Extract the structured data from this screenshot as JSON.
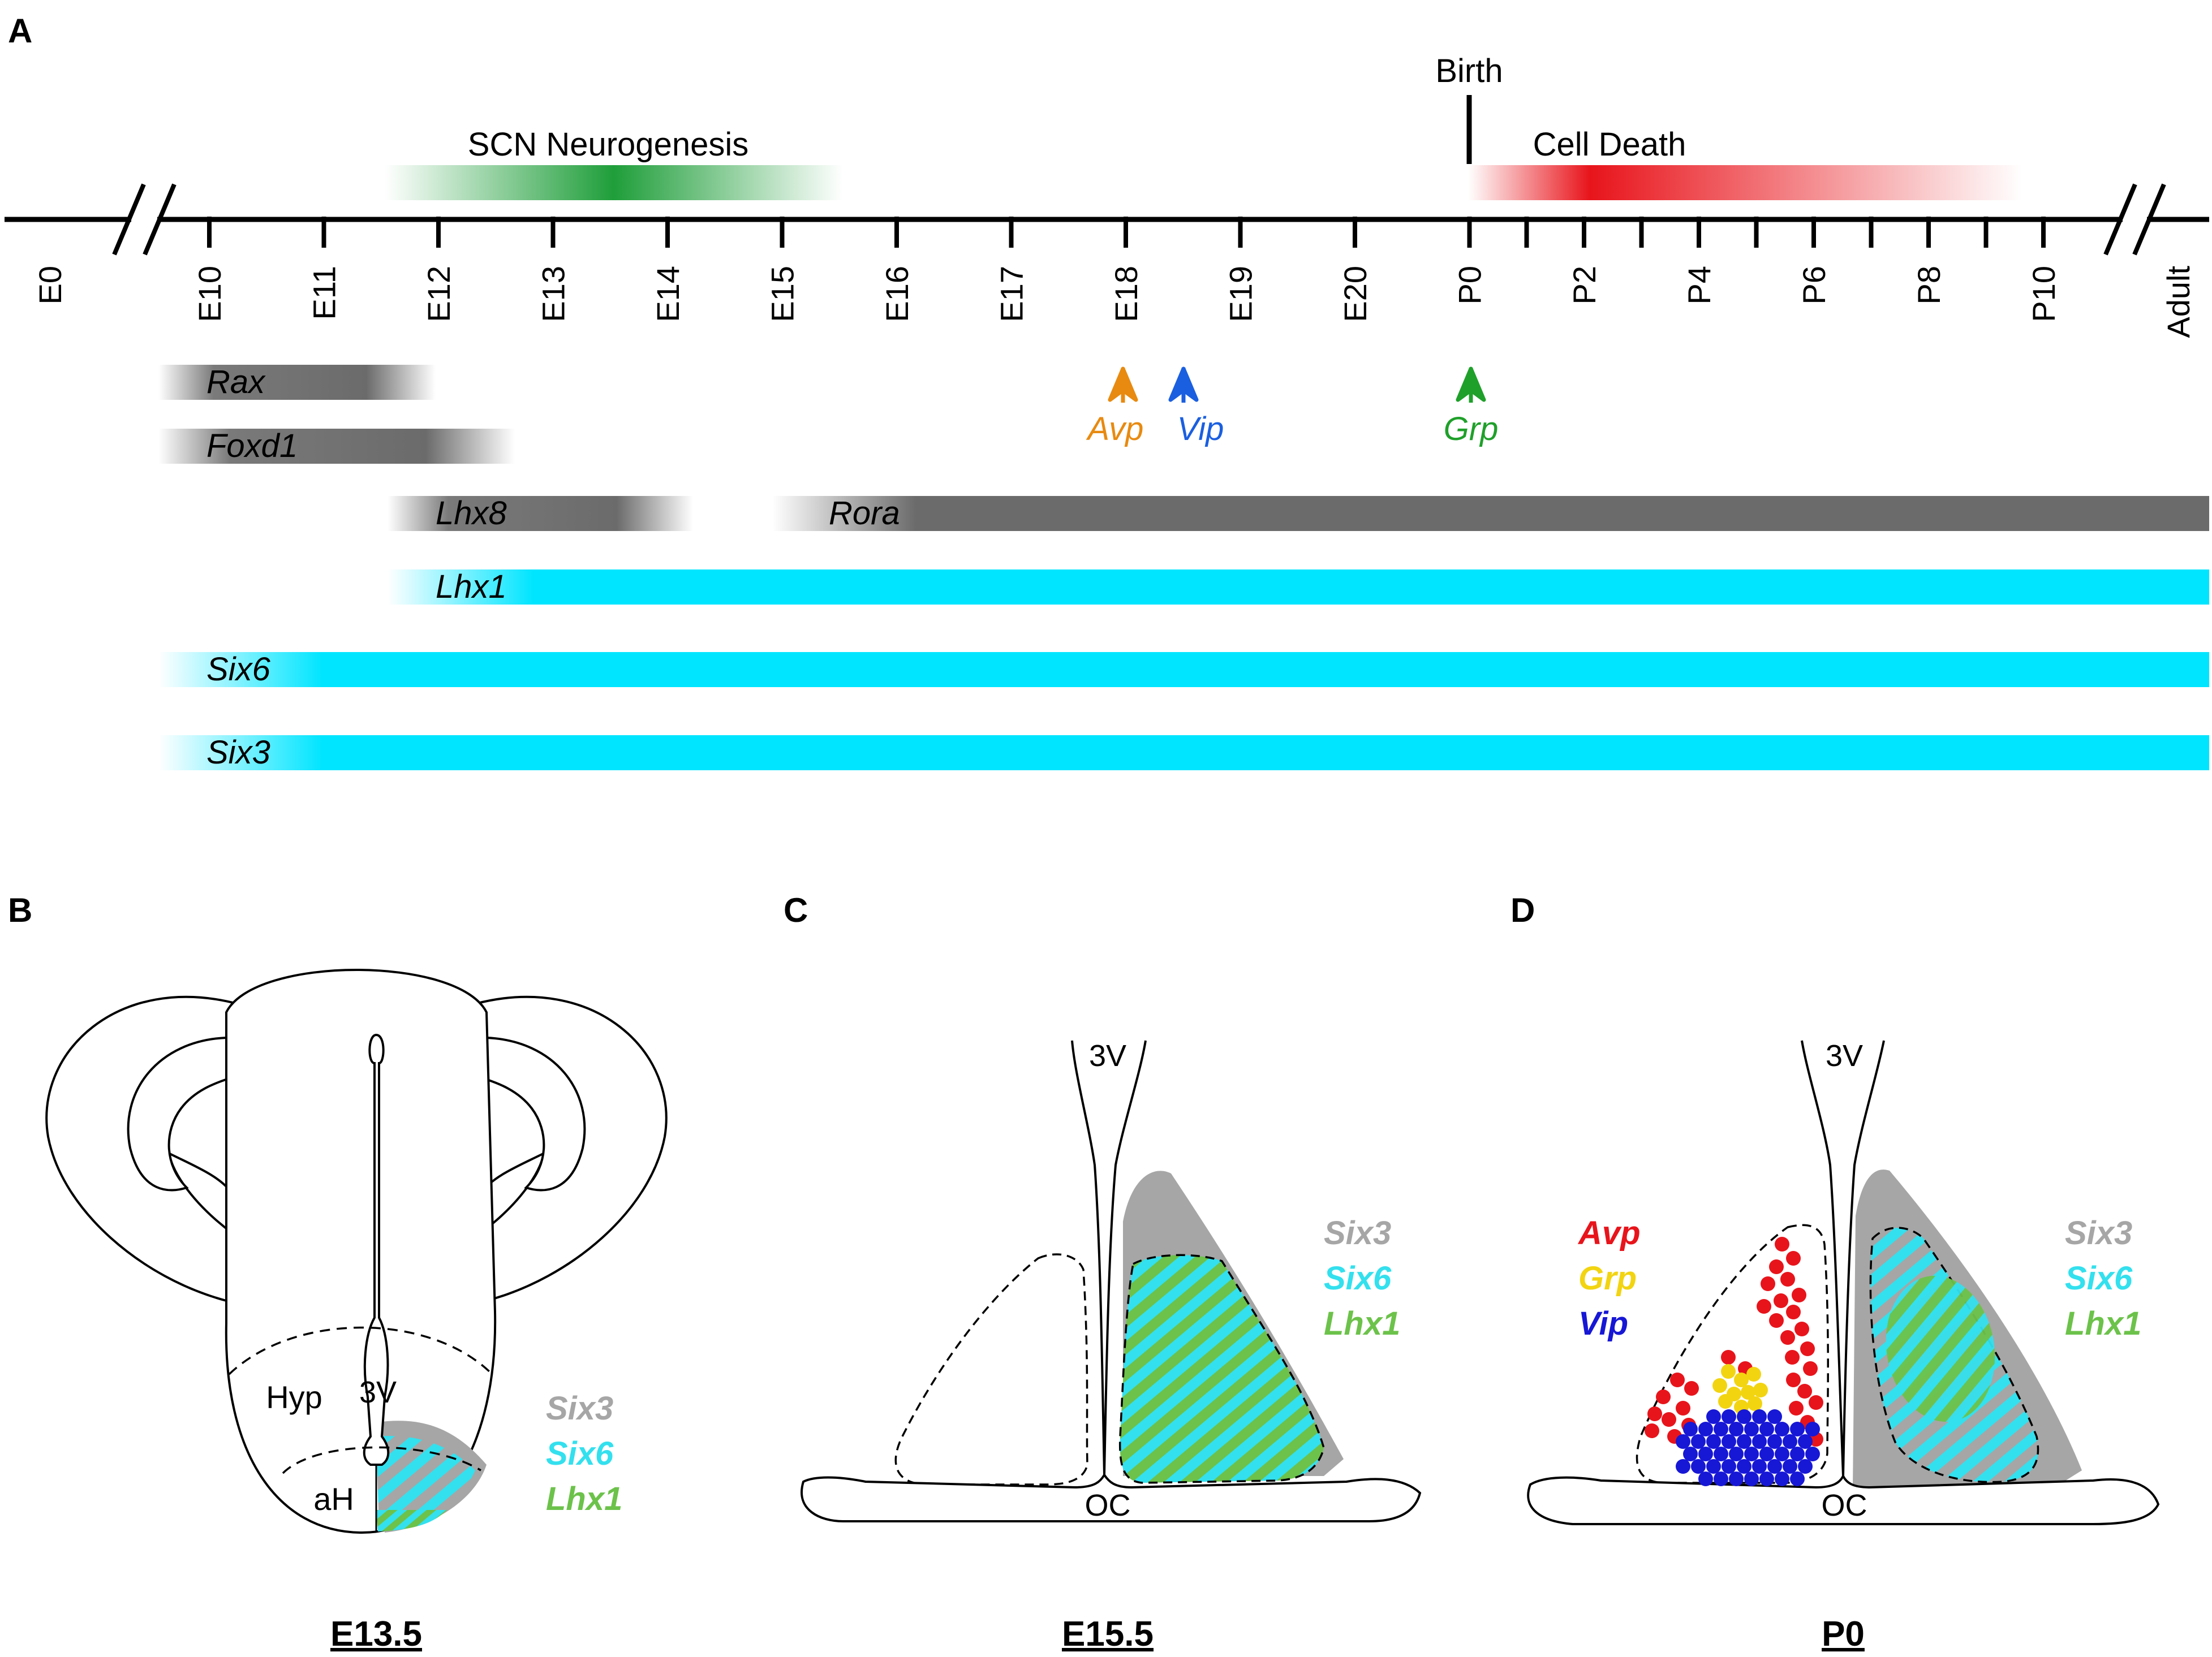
{
  "panels": {
    "A": {
      "letter": "A"
    },
    "B": {
      "letter": "B",
      "stage": "E13.5"
    },
    "C": {
      "letter": "C",
      "stage": "E15.5"
    },
    "D": {
      "letter": "D",
      "stage": "P0"
    }
  },
  "timeline": {
    "ticks": [
      "E0",
      "E10",
      "E11",
      "E12",
      "E13",
      "E14",
      "E15",
      "E16",
      "E17",
      "E18",
      "E19",
      "E20",
      "P0",
      "P2",
      "P4",
      "P6",
      "P8",
      "P10",
      "Adult"
    ],
    "birth_label": "Birth",
    "events": [
      {
        "label": "SCN Neurogenesis",
        "color": "#1f9e3a"
      },
      {
        "label": "Cell Death",
        "color": "#e8141b"
      }
    ],
    "gene_bars": [
      {
        "gene": "Rax",
        "color": "#6b6b6b"
      },
      {
        "gene": "Foxd1",
        "color": "#6b6b6b"
      },
      {
        "gene": "Lhx8",
        "color": "#6b6b6b"
      },
      {
        "gene": "Rora",
        "color": "#6b6b6b"
      },
      {
        "gene": "Lhx1",
        "color": "#00e5ff"
      },
      {
        "gene": "Six6",
        "color": "#00e5ff"
      },
      {
        "gene": "Six3",
        "color": "#00e5ff"
      }
    ],
    "markers": [
      {
        "gene": "Avp",
        "color": "#e88a10"
      },
      {
        "gene": "Vip",
        "color": "#1a5fe0"
      },
      {
        "gene": "Grp",
        "color": "#1fa02a"
      }
    ]
  },
  "legend_genes": [
    {
      "gene": "Six3",
      "color": "#a6a6a6"
    },
    {
      "gene": "Six6",
      "color": "#33e0ee"
    },
    {
      "gene": "Lhx1",
      "color": "#6cc24a"
    }
  ],
  "legend_cells": [
    {
      "gene": "Avp",
      "color": "#e8141b"
    },
    {
      "gene": "Grp",
      "color": "#f2d411"
    },
    {
      "gene": "Vip",
      "color": "#1717d6"
    }
  ],
  "region_labels": {
    "hyp": "Hyp",
    "ventricle": "3V",
    "ah": "aH",
    "chiasm": "OC"
  }
}
